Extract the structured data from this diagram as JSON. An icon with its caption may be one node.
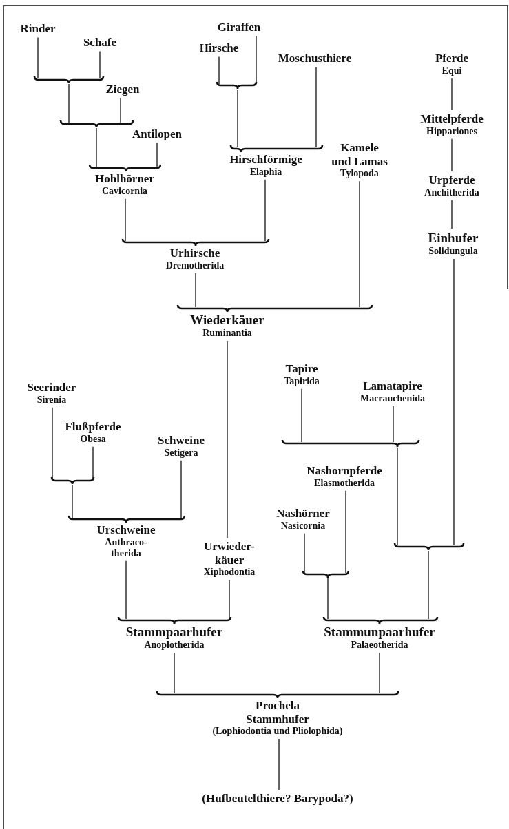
{
  "diagram": {
    "nodes": [
      {
        "text": [
          "Rinder"
        ]
      },
      {
        "text": [
          "Schafe"
        ]
      },
      {
        "text": [],
        "shape": "brace"
      },
      {
        "text": [
          "Ziegen"
        ]
      },
      {
        "text": [],
        "shape": "brace"
      },
      {
        "text": [
          "Antilopen"
        ]
      },
      {
        "text": [
          "Hohlhörner",
          "Cavicornia"
        ]
      },
      {
        "text": [
          "Giraffen"
        ]
      },
      {
        "text": [
          "Hirsche"
        ]
      },
      {
        "text": [
          "Moschusthiere"
        ]
      },
      {
        "text": [],
        "shape": "brace"
      },
      {
        "text": [
          "Hirschförmige",
          "Elaphia"
        ]
      },
      {
        "text": [
          "Kamele und Lamas",
          "Tylopoda"
        ]
      },
      {
        "text": [
          "Pferde",
          "Equi"
        ]
      },
      {
        "text": [
          "Mittelpferde",
          "Hippariones"
        ]
      },
      {
        "text": [
          "Urpferde",
          "Anchitherida"
        ]
      },
      {
        "text": [
          "Einhufer",
          "Solidungula"
        ]
      },
      {
        "text": [
          "Urhirsche",
          "Dremotherida"
        ]
      },
      {
        "text": [
          "Wiederkäuer",
          "Ruminantia"
        ]
      },
      {
        "text": [
          "Seerinder",
          "Sirenia"
        ]
      },
      {
        "text": [
          "Flußpferde",
          "Obesa"
        ]
      },
      {
        "text": [
          "Schweine",
          "Setigera"
        ]
      },
      {
        "text": [],
        "shape": "brace"
      },
      {
        "text": [
          "Urschweine",
          "Anthraco- therida"
        ]
      },
      {
        "text": [
          "Urwieder- käuer",
          "Xiphodontia"
        ]
      },
      {
        "text": [
          "Stammpaarhufer",
          "Anoplotherida"
        ]
      },
      {
        "text": [
          "Tapire",
          "Tapirida"
        ]
      },
      {
        "text": [
          "Lamatapire",
          "Macrauchenida"
        ]
      },
      {
        "text": [],
        "shape": "brace"
      },
      {
        "text": [
          "Nashornpferde",
          "Elasmotherida"
        ]
      },
      {
        "text": [
          "Nashörner",
          "Nasicornia"
        ]
      },
      {
        "text": [],
        "shape": "brace"
      },
      {
        "text": [],
        "shape": "brace"
      },
      {
        "text": [
          "Stammunpaarhufer",
          "Palaeotherida"
        ]
      },
      {
        "text": [
          "Prochela",
          "Stammhufer",
          "(Lophiodontia und Pliolophida)"
        ]
      },
      {
        "text": [
          "(Hufbeutelthiere? Barypoda?)"
        ]
      }
    ],
    "edges": [
      {
        "from": 0,
        "to": 2,
        "arrow": "none"
      },
      {
        "from": 1,
        "to": 2,
        "arrow": "none"
      },
      {
        "from": 2,
        "to": 4,
        "arrow": "none"
      },
      {
        "from": 3,
        "to": 4,
        "arrow": "none"
      },
      {
        "from": 4,
        "to": 6,
        "arrow": "none"
      },
      {
        "from": 5,
        "to": 6,
        "arrow": "none"
      },
      {
        "from": 6,
        "to": 17,
        "arrow": "none"
      },
      {
        "from": 7,
        "to": 10,
        "arrow": "none"
      },
      {
        "from": 8,
        "to": 10,
        "arrow": "none"
      },
      {
        "from": 10,
        "to": 11,
        "arrow": "none"
      },
      {
        "from": 9,
        "to": 11,
        "arrow": "none"
      },
      {
        "from": 11,
        "to": 17,
        "arrow": "none"
      },
      {
        "from": 17,
        "to": 18,
        "arrow": "none"
      },
      {
        "from": 12,
        "to": 18,
        "arrow": "none"
      },
      {
        "from": 13,
        "to": 14,
        "arrow": "none"
      },
      {
        "from": 14,
        "to": 15,
        "arrow": "none"
      },
      {
        "from": 15,
        "to": 16,
        "arrow": "none"
      },
      {
        "from": 16,
        "to": 32,
        "arrow": "none"
      },
      {
        "from": 18,
        "to": 24,
        "arrow": "none"
      },
      {
        "from": 19,
        "to": 22,
        "arrow": "none"
      },
      {
        "from": 20,
        "to": 22,
        "arrow": "none"
      },
      {
        "from": 22,
        "to": 23,
        "arrow": "none"
      },
      {
        "from": 21,
        "to": 23,
        "arrow": "none"
      },
      {
        "from": 23,
        "to": 25,
        "arrow": "none"
      },
      {
        "from": 24,
        "to": 25,
        "arrow": "none"
      },
      {
        "from": 26,
        "to": 28,
        "arrow": "none"
      },
      {
        "from": 27,
        "to": 28,
        "arrow": "none"
      },
      {
        "from": 28,
        "to": 32,
        "arrow": "none"
      },
      {
        "from": 29,
        "to": 31,
        "arrow": "none"
      },
      {
        "from": 30,
        "to": 31,
        "arrow": "none"
      },
      {
        "from": 31,
        "to": 33,
        "arrow": "none"
      },
      {
        "from": 32,
        "to": 33,
        "arrow": "none"
      },
      {
        "from": 25,
        "to": 34,
        "arrow": "none"
      },
      {
        "from": 33,
        "to": 34,
        "arrow": "none"
      },
      {
        "from": 34,
        "to": 35,
        "arrow": "none"
      }
    ]
  }
}
